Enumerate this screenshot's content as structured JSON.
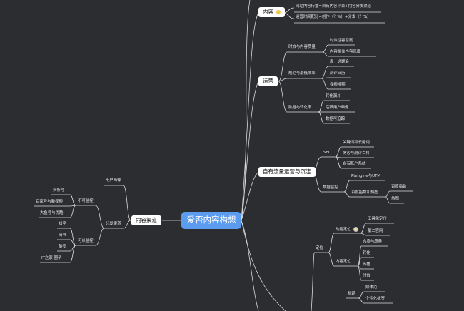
{
  "root": "爱否内容构想",
  "branches": {
    "content": {
      "label": "内容",
      "items": [
        "网站内容传播=自有内容平台+内容分发渠道",
        "运营时间配比=创作（？%）+分发（？%）"
      ]
    },
    "operation": {
      "label": "运营",
      "groups": [
        {
          "label": "时效与内容质量",
          "items": [
            "时效性容忍度",
            "内容相关性容忍度"
          ]
        },
        {
          "label": "规范与最低效率",
          "items": [
            "周一选题会",
            "测评日历",
            "视频排期"
          ]
        },
        {
          "label": "数据与转化率",
          "items": [
            "转化漏斗",
            "活跃用户画像",
            "数据可追踪"
          ]
        }
      ]
    },
    "traffic": {
      "label": "自有流量运营与沉淀",
      "seo": {
        "label": "SEO",
        "items": [
          "关键词和长尾词",
          "博客与测评百科",
          "自有账户系统"
        ]
      },
      "monitor": {
        "label": "数据监控",
        "ptengine": "Ptengine与UTM",
        "baidu": {
          "label": "百度指数和热图",
          "items": [
            "百度指数",
            "热图"
          ]
        }
      }
    },
    "position": {
      "label": "定位",
      "dynamic": {
        "label": "动能定位",
        "items": [
          "工具化定位",
          "第二官网"
        ]
      },
      "content": {
        "label": "内容定位",
        "items": [
          "态度与质量",
          "转化",
          "传播",
          "时效"
        ]
      },
      "title": {
        "label": "标题",
        "items": [
          "媒体范",
          "个性化标签"
        ]
      }
    },
    "channels": {
      "label": "内容渠道",
      "user_profile": "用户画像",
      "distribution": "分发渠道",
      "unmonitorable": {
        "label": "不可监控",
        "items": [
          "头条号",
          "百家号与新视频",
          "大鱼号与优酷"
        ]
      },
      "monitorable": {
        "label": "可以监控",
        "items": [
          "知乎",
          "简书",
          "酷安",
          "IT之家-圈子"
        ]
      }
    }
  }
}
